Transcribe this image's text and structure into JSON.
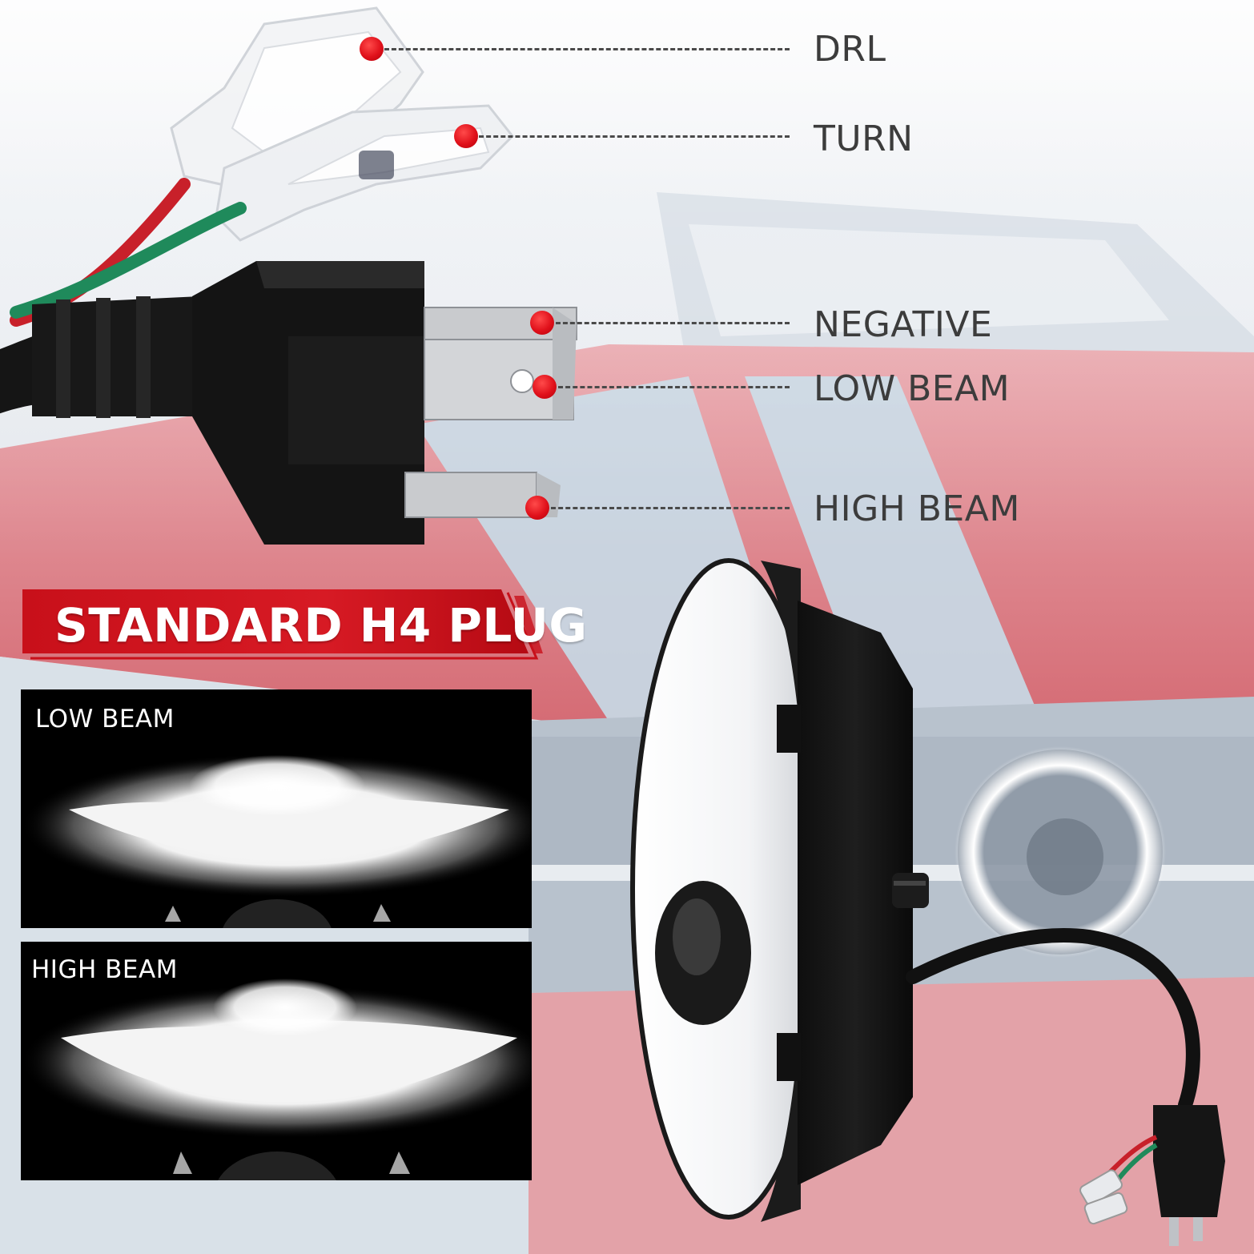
{
  "callouts": [
    {
      "key": "drl",
      "label": "DRL"
    },
    {
      "key": "turn",
      "label": "TURN"
    },
    {
      "key": "negative",
      "label": "NEGATIVE"
    },
    {
      "key": "low_beam",
      "label": "LOW BEAM"
    },
    {
      "key": "high_beam",
      "label": "HIGH BEAM"
    }
  ],
  "banner": {
    "text": "STANDARD H4 PLUG"
  },
  "beam_panels": [
    {
      "title": "LOW BEAM"
    },
    {
      "title": "HIGH BEAM"
    }
  ],
  "colors": {
    "accent_red": "#d2141e",
    "dot_red": "#e0111b",
    "label_gray": "#3c3c3c",
    "wire_red": "#c8202a",
    "wire_green": "#1f8a5b",
    "plug_black": "#141414",
    "car_red": "#d9747c",
    "car_stripe": "#b9d6e6"
  },
  "icons": {
    "plug": "h4-plug-photo",
    "headlight": "round-led-headlight-photo",
    "car": "background-car-photo"
  }
}
